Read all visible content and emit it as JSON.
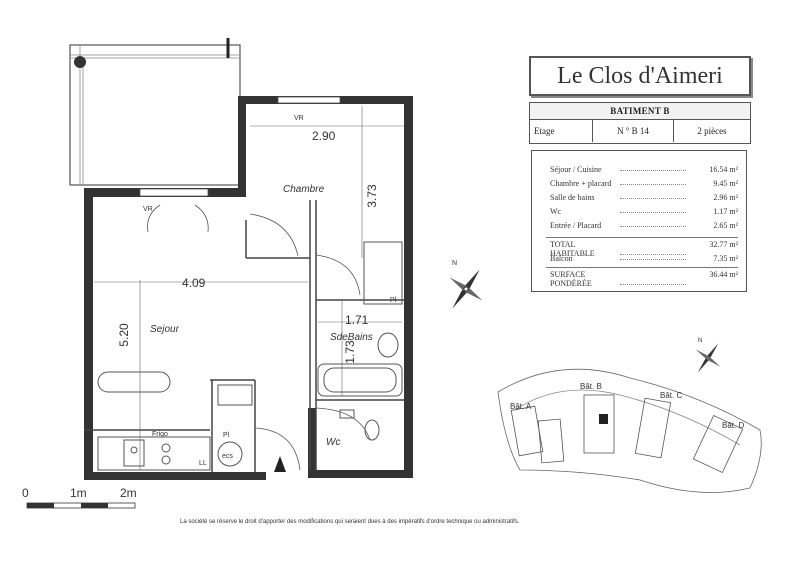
{
  "title": "Le Clos d'Aimeri",
  "building": "BATIMENT B",
  "floor_label": "Etage",
  "unit_number": "N ° B 14",
  "rooms_count": "2 pièces",
  "areas": [
    {
      "name": "Séjour / Cuisine",
      "value": "16.54 m²"
    },
    {
      "name": "Chambre + placard",
      "value": "9.45 m²"
    },
    {
      "name": "Salle de bains",
      "value": "2.96 m²"
    },
    {
      "name": "Wc",
      "value": "1.17 m²"
    },
    {
      "name": "Entrée / Placard",
      "value": "2.65 m²"
    }
  ],
  "total_habitable": {
    "name": "TOTAL HABITABLE",
    "value": "32.77 m²"
  },
  "balcon": {
    "name": "Balcon",
    "value": "7.35 m²"
  },
  "surface_ponderee": {
    "name": "SURFACE PONDÉRÉE",
    "value": "36.44 m²"
  },
  "plan_labels": {
    "chambre": "Chambre",
    "sejour": "Sejour",
    "sdb": "SdeBains",
    "wc": "Wc",
    "frigo": "Frigo",
    "pl": "Pl",
    "pl2": "Pl",
    "ecs": "ecs",
    "ll": "LL",
    "vr1": "VR",
    "vr2": "VR",
    "dim_290": "2.90",
    "dim_373": "3.73",
    "dim_409": "4.09",
    "dim_520": "5.20",
    "dim_171": "1.71",
    "dim_173": "1.73"
  },
  "scale": {
    "zero": "0",
    "one": "1m",
    "two": "2m"
  },
  "site_labels": {
    "bat_a": "Bât. A",
    "bat_b": "Bât. B",
    "bat_c": "Bât. C",
    "bat_d": "Bât. D"
  },
  "disclaimer": "La société se réserve le droit d'apporter des modifications qui seraient dues à des impératifs d'ordre technique ou administratifs."
}
